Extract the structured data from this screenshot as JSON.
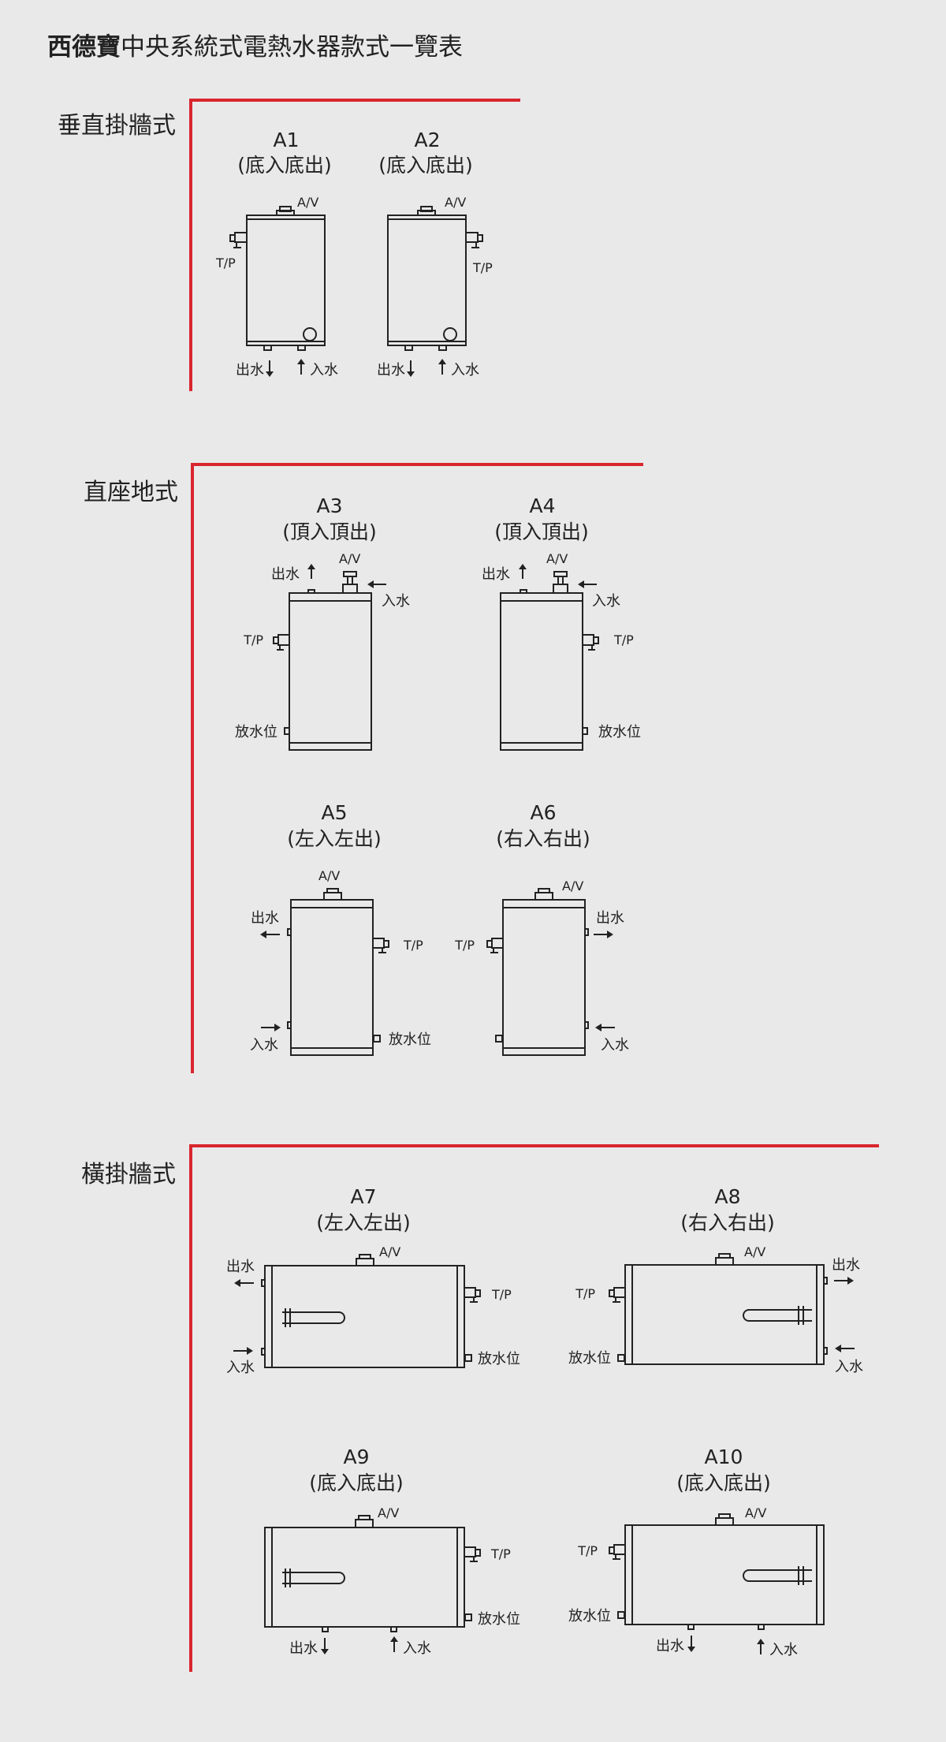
{
  "page": {
    "title_brand": "西德寶",
    "title_rest": "中央系統式電熱水器款式一覽表"
  },
  "sections": [
    {
      "label": "垂直掛牆式"
    },
    {
      "label": "直座地式"
    },
    {
      "label": "橫掛牆式"
    }
  ],
  "labels": {
    "av": "A/V",
    "tp": "T/P",
    "out": "出水",
    "in": "入水",
    "drain": "放水位"
  },
  "models": [
    {
      "code": "A1",
      "desc": "(底入底出)"
    },
    {
      "code": "A2",
      "desc": "(底入底出)"
    },
    {
      "code": "A3",
      "desc": "(頂入頂出)"
    },
    {
      "code": "A4",
      "desc": "(頂入頂出)"
    },
    {
      "code": "A5",
      "desc": "(左入左出)"
    },
    {
      "code": "A6",
      "desc": "(右入右出)"
    },
    {
      "code": "A7",
      "desc": "(左入左出)"
    },
    {
      "code": "A8",
      "desc": "(右入右出)"
    },
    {
      "code": "A9",
      "desc": "(底入底出)"
    },
    {
      "code": "A10",
      "desc": "(底入底出)"
    }
  ],
  "colors": {
    "accent_line": "#d9262e",
    "background": "#e9e9ea",
    "stroke": "#222222"
  }
}
